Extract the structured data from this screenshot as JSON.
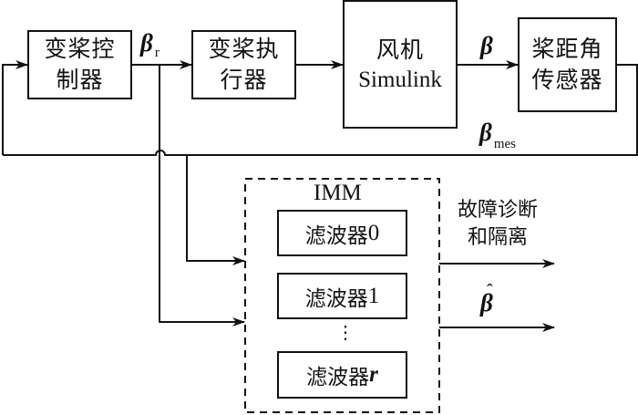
{
  "blocks": {
    "pitch_controller": {
      "line1": "变桨控",
      "line2": "制器"
    },
    "pitch_actuator": {
      "line1": "变桨执",
      "line2": "行器"
    },
    "wind_turbine": {
      "line1": "风机",
      "line2": "Simulink"
    },
    "pitch_sensor": {
      "line1": "桨距角",
      "line2": "传感器"
    }
  },
  "signals": {
    "beta_r": {
      "symbol": "β",
      "subscript": "r"
    },
    "beta": {
      "symbol": "β"
    },
    "beta_mes": {
      "symbol": "β",
      "subscript": "mes"
    },
    "beta_hat": {
      "symbol": "β",
      "accent": "ˆ"
    }
  },
  "imm": {
    "title": "IMM",
    "filters": [
      {
        "label": "滤波器",
        "index": "0"
      },
      {
        "label": "滤波器",
        "index": "1"
      },
      {
        "label": "滤波器",
        "index": "r"
      }
    ],
    "ellipsis": "⋮"
  },
  "outputs": {
    "fdi_line1": "故障诊断",
    "fdi_line2": "和隔离"
  }
}
